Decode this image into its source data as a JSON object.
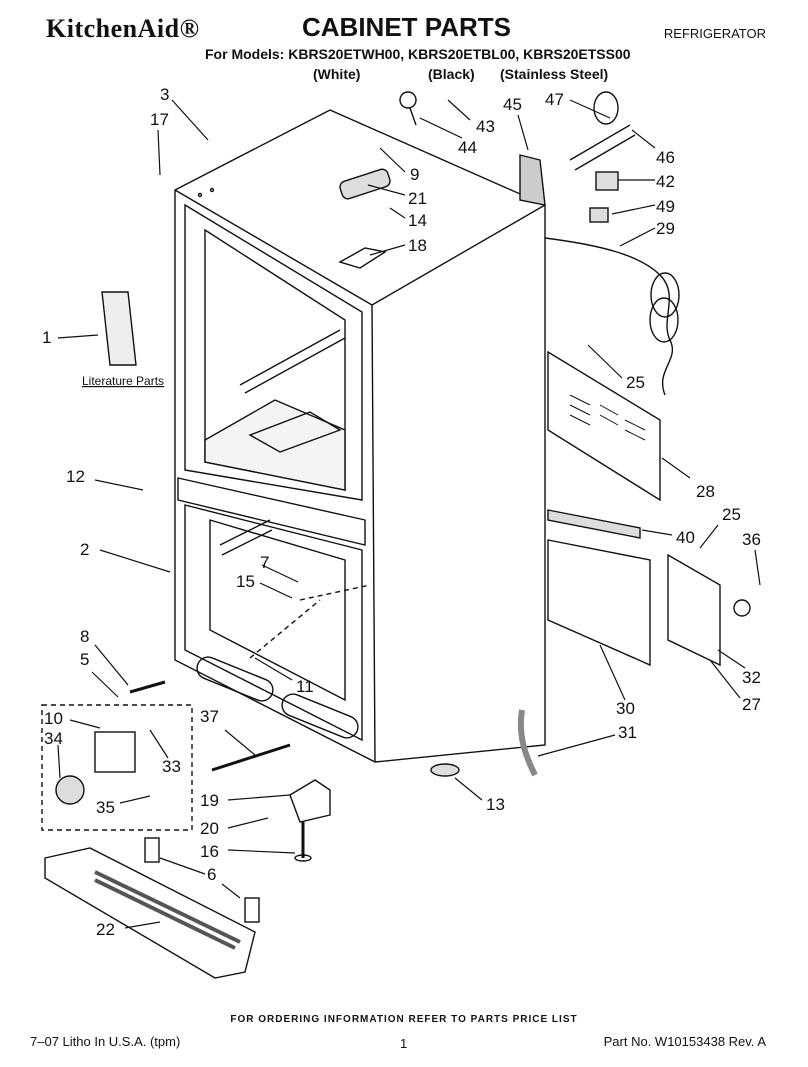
{
  "header": {
    "brand": "KitchenAid®",
    "title": "CABINET PARTS",
    "category": "REFRIGERATOR",
    "models_line": "For Models: KBRS20ETWH00, KBRS20ETBL00, KBRS20ETSS00",
    "variants": [
      "(White)",
      "(Black)",
      "(Stainless Steel)"
    ]
  },
  "diagram": {
    "literature_label": "Literature Parts",
    "callouts": [
      "1",
      "2",
      "3",
      "17",
      "43",
      "44",
      "45",
      "47",
      "46",
      "42",
      "49",
      "29",
      "9",
      "21",
      "14",
      "18",
      "25",
      "28",
      "40",
      "25",
      "36",
      "12",
      "7",
      "15",
      "8",
      "5",
      "11",
      "10",
      "34",
      "33",
      "35",
      "37",
      "19",
      "20",
      "16",
      "6",
      "22",
      "13",
      "30",
      "31",
      "32",
      "27"
    ]
  },
  "footer": {
    "ordering_note": "FOR ORDERING INFORMATION REFER TO PARTS PRICE LIST",
    "litho": "7–07 Litho In U.S.A. (tpm)",
    "page": "1",
    "part_no": "Part No. W10153438 Rev. A"
  }
}
